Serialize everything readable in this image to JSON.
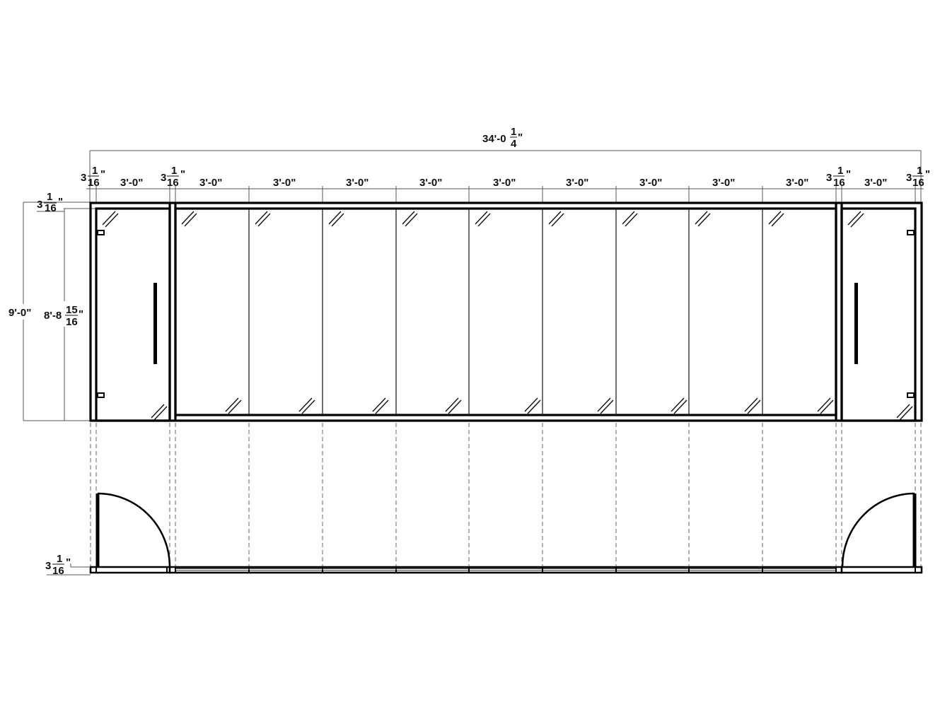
{
  "drawing": {
    "type": "storefront elevation and plan",
    "overall_width": "34'-0 1/4\"",
    "overall_width_parts": {
      "whole": "34'-0",
      "num": "1",
      "den": "4"
    },
    "top_dimensions": [
      {
        "label": "3 1/16\"",
        "whole": "3",
        "num": "1",
        "den": "16",
        "kind": "frame"
      },
      {
        "label": "3'-0\"",
        "kind": "door"
      },
      {
        "label": "3 1/16\"",
        "whole": "3",
        "num": "1",
        "den": "16",
        "kind": "frame"
      },
      {
        "label": "3'-0\"",
        "kind": "panel"
      },
      {
        "label": "3'-0\"",
        "kind": "panel"
      },
      {
        "label": "3'-0\"",
        "kind": "panel"
      },
      {
        "label": "3'-0\"",
        "kind": "panel"
      },
      {
        "label": "3'-0\"",
        "kind": "panel"
      },
      {
        "label": "3'-0\"",
        "kind": "panel"
      },
      {
        "label": "3'-0\"",
        "kind": "panel"
      },
      {
        "label": "3'-0\"",
        "kind": "panel"
      },
      {
        "label": "3'-0\"",
        "kind": "panel"
      },
      {
        "label": "3 1/16\"",
        "whole": "3",
        "num": "1",
        "den": "16",
        "kind": "frame"
      },
      {
        "label": "3'-0\"",
        "kind": "door"
      },
      {
        "label": "3 1/16\"",
        "whole": "3",
        "num": "1",
        "den": "16",
        "kind": "frame"
      }
    ],
    "left_dimensions": {
      "top_frame": {
        "label": "3 1/16\"",
        "whole": "3",
        "num": "1",
        "den": "16"
      },
      "overall_height": "9'-0\"",
      "door_height": {
        "label": "8'-8 15/16\"",
        "whole": "8'-8",
        "num": "15",
        "den": "16"
      }
    },
    "plan_dimension": {
      "label": "3 1/16\"",
      "whole": "3",
      "num": "1",
      "den": "16"
    },
    "fixed_panel_count": 9,
    "doors": [
      {
        "position": "left",
        "hinge_side": "left",
        "swing": "out"
      },
      {
        "position": "right",
        "hinge_side": "right",
        "swing": "out"
      }
    ],
    "colors": {
      "line": "#000000",
      "dim_line": "#555555",
      "background": "#ffffff"
    }
  }
}
